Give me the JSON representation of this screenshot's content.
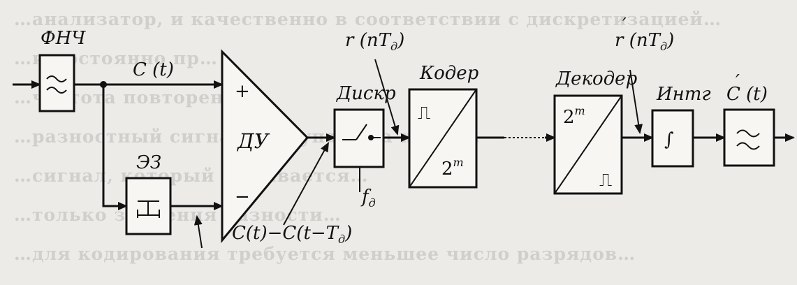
{
  "background_text": [
    "…анализатор, и качественно в соответствии с дискретизацией…",
    "…и постоянно пр…",
    "…частота повторения…",
    "…разностный сигнал поступает на кодер…",
    "…сигнал, который называется…",
    "…только значения разности…",
    "…для кодирования требуется меньшее число разрядов…"
  ],
  "blocks": {
    "lpf_in": {
      "label": "ФНЧ",
      "icon": "lowpass-icon"
    },
    "delay": {
      "label": "ЭЗ",
      "icon": "delay-icon"
    },
    "amp": {
      "label": "ДУ",
      "plus": "+",
      "minus": "−"
    },
    "sampler": {
      "label": "Дискр",
      "icon": "switch-icon"
    },
    "coder": {
      "label": "Кодер",
      "symbol": "⎍",
      "bits_base": "2",
      "bits_exp": "m"
    },
    "decoder": {
      "label": "Декодер",
      "symbol": "⎍",
      "bits_base": "2",
      "bits_exp": "m"
    },
    "integr": {
      "label": "Интг",
      "symbol": "∫"
    },
    "lpf_out": {
      "label": "",
      "icon": "lowpass-icon"
    }
  },
  "signals": {
    "c_t": "C (t)",
    "r": {
      "main": "r (nT",
      "sub": "д",
      "tail": ")"
    },
    "r_prime": {
      "main": "r (nT",
      "prime": "′",
      "sub": "д",
      "tail": ")"
    },
    "c_out": {
      "main": "C (t)",
      "prime": "′"
    },
    "f_d": {
      "main": "f",
      "sub": "д"
    },
    "diff": {
      "main": "C(t)−C(t−T",
      "sub": "д",
      "tail": ")"
    }
  },
  "colors": {
    "ink": "#111111",
    "paper": "#ecebe8",
    "block_fill": "#f7f6f3",
    "bleed": "#cfcdc9"
  }
}
